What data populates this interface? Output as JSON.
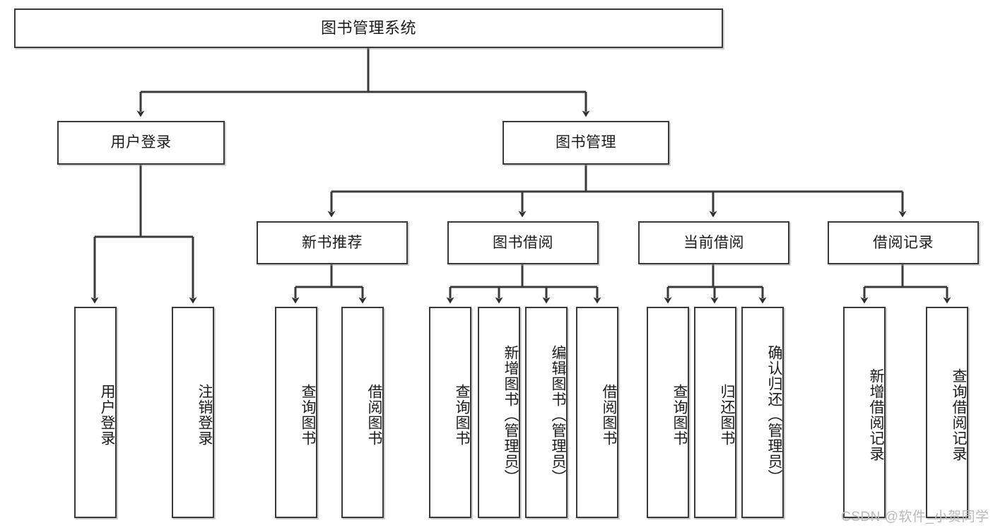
{
  "diagram": {
    "type": "tree-hierarchy",
    "title": "图书管理系统",
    "watermark": "CSDN @软件_小贺同学",
    "colors": {
      "stroke": "#3a3a3a",
      "fill": "#ffffff",
      "text": "#1c1c1c",
      "watermark": "#b9b9b9"
    },
    "nodes": {
      "root": {
        "label": "图书管理系统"
      },
      "level1": [
        {
          "id": "user-login",
          "label": "用户登录"
        },
        {
          "id": "book-manage",
          "label": "图书管理"
        }
      ],
      "level2": [
        {
          "id": "new-book-recommend",
          "label": "新书推荐"
        },
        {
          "id": "book-borrow",
          "label": "图书借阅"
        },
        {
          "id": "current-borrow",
          "label": "当前借阅"
        },
        {
          "id": "borrow-record",
          "label": "借阅记录"
        }
      ],
      "leaves": {
        "user-login": [
          {
            "id": "leaf-user-login",
            "label": "用户登录"
          },
          {
            "id": "leaf-user-logout",
            "label": "注销登录"
          }
        ],
        "new-book-recommend": [
          {
            "id": "leaf-query-book-1",
            "label": "查询图书"
          },
          {
            "id": "leaf-borrow-book-1",
            "label": "借阅图书"
          }
        ],
        "book-borrow": [
          {
            "id": "leaf-query-book-2",
            "label": "查询图书"
          },
          {
            "id": "leaf-add-book",
            "label": "新增图书（管理员）"
          },
          {
            "id": "leaf-edit-book",
            "label": "编辑图书（管理员）"
          },
          {
            "id": "leaf-borrow-book-2",
            "label": "借阅图书"
          }
        ],
        "current-borrow": [
          {
            "id": "leaf-query-book-3",
            "label": "查询图书"
          },
          {
            "id": "leaf-return-book",
            "label": "归还图书"
          },
          {
            "id": "leaf-confirm-return",
            "label": "确认归还（管理员）"
          }
        ],
        "borrow-record": [
          {
            "id": "leaf-add-record",
            "label": "新增借阅记录"
          },
          {
            "id": "leaf-query-record",
            "label": "查询借阅记录"
          }
        ]
      }
    }
  }
}
